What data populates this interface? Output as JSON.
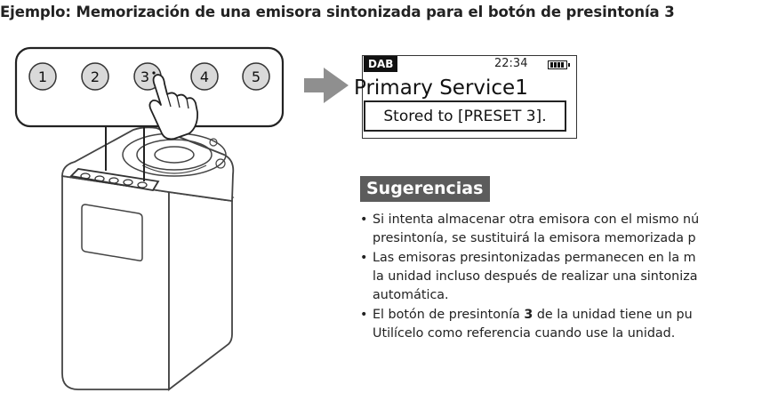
{
  "title": "Ejemplo: Memorización de una emisora sintonizada para el botón de presintonía 3",
  "preset_buttons": [
    "1",
    "2",
    "3",
    "4",
    "5"
  ],
  "display": {
    "band": "DAB",
    "time": "22:34",
    "service": "Primary Service1",
    "message": "Stored to [PRESET 3]."
  },
  "tips": {
    "heading": "Sugerencias",
    "items": [
      {
        "lines": [
          "Si intenta almacenar otra emisora con el mismo nú",
          "presintonía, se sustituirá la emisora memorizada p"
        ]
      },
      {
        "lines": [
          "Las emisoras presintonizadas permanecen en la m",
          "la unidad incluso después de realizar una sintoniza",
          "automática."
        ]
      },
      {
        "line1_before": "El botón de presintonía ",
        "line1_bold": "3",
        "line1_after": " de la unidad tiene un pu",
        "line2": "Utilícelo como referencia cuando use la unidad."
      }
    ]
  }
}
